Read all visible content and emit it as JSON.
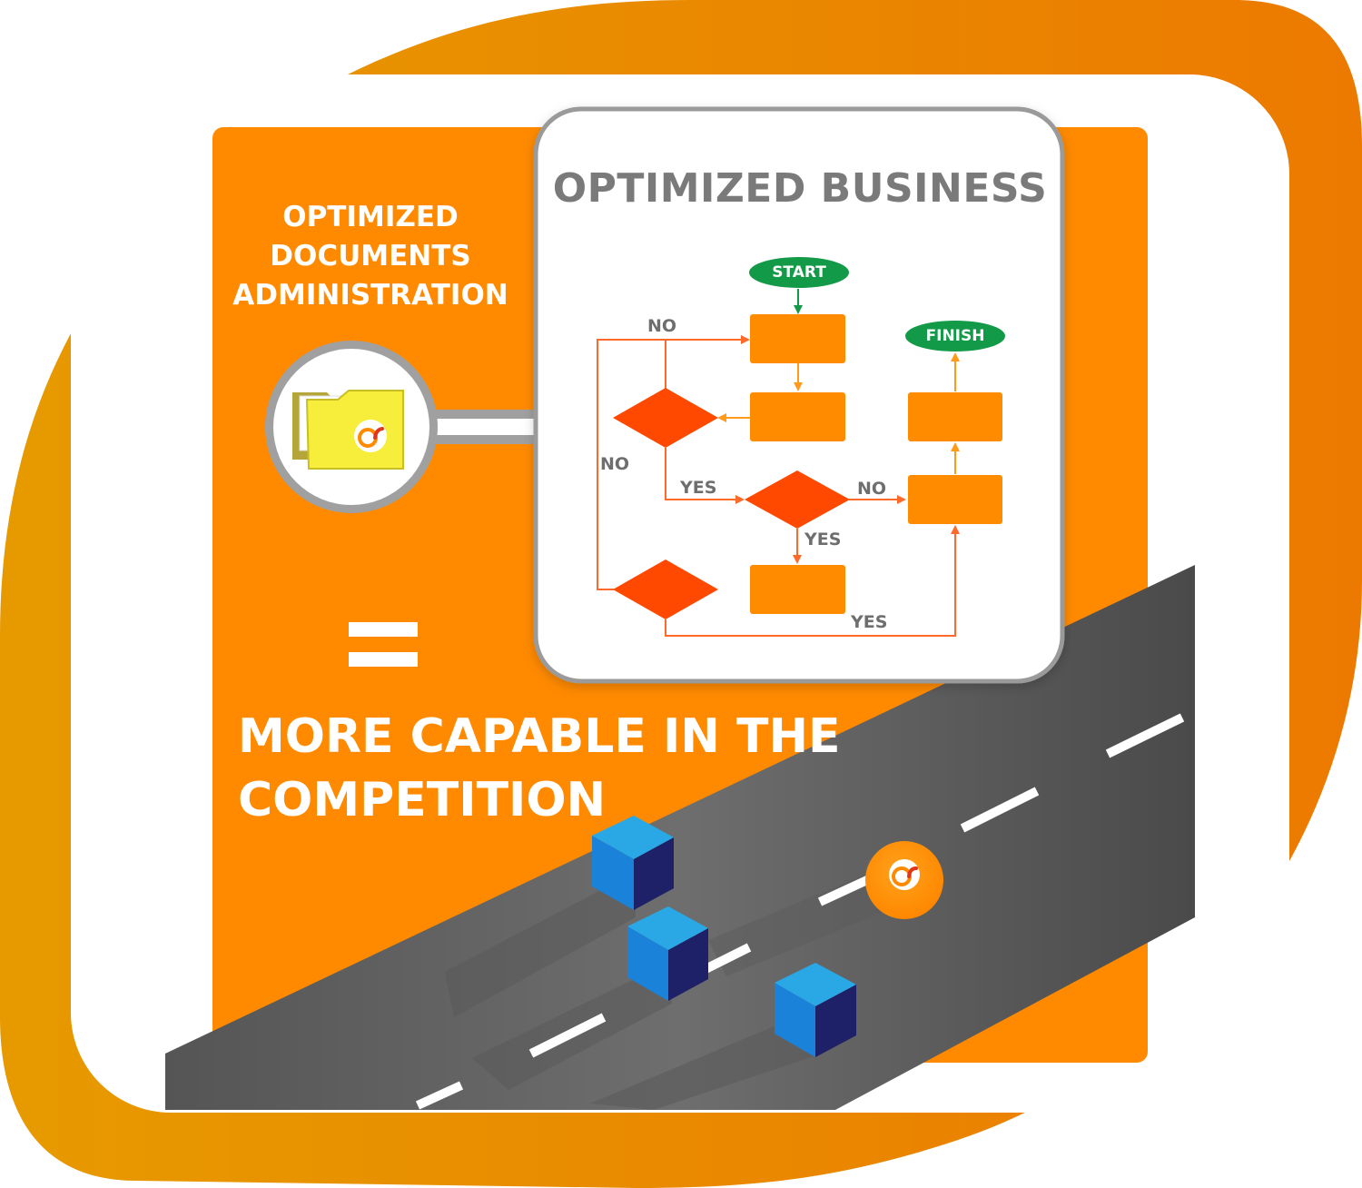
{
  "left_heading": {
    "lines": [
      "OPTIMIZED",
      "DOCUMENTS",
      "ADMINISTRATION"
    ]
  },
  "panel_title": "OPTIMIZED BUSINESS",
  "tagline": {
    "lines": [
      "MORE CAPABLE IN THE",
      "COMPETITION"
    ]
  },
  "flowchart": {
    "start_label": "START",
    "finish_label": "FINISH",
    "edge_labels": {
      "no_top": "NO",
      "no_left": "NO",
      "yes_first": "YES",
      "no_right": "NO",
      "yes_down": "YES",
      "yes_bottom": "YES"
    }
  },
  "colors": {
    "background_blob": "#ee8a00",
    "card": "#ffffff",
    "orange_panel": "#ff8a00",
    "process_box": "#ff8c00",
    "decision": "#ff4800",
    "terminal": "#129a48",
    "road": "#636363",
    "cube_front": "#1a82d8",
    "cube_side": "#1f2168",
    "cube_top": "#2aa8e6",
    "folder": "#f6ee3a",
    "text_gray": "#7a7a7a"
  },
  "icons": [
    "folder-icon",
    "logo-icon",
    "equals-icon",
    "cube-icon",
    "road-icon"
  ]
}
